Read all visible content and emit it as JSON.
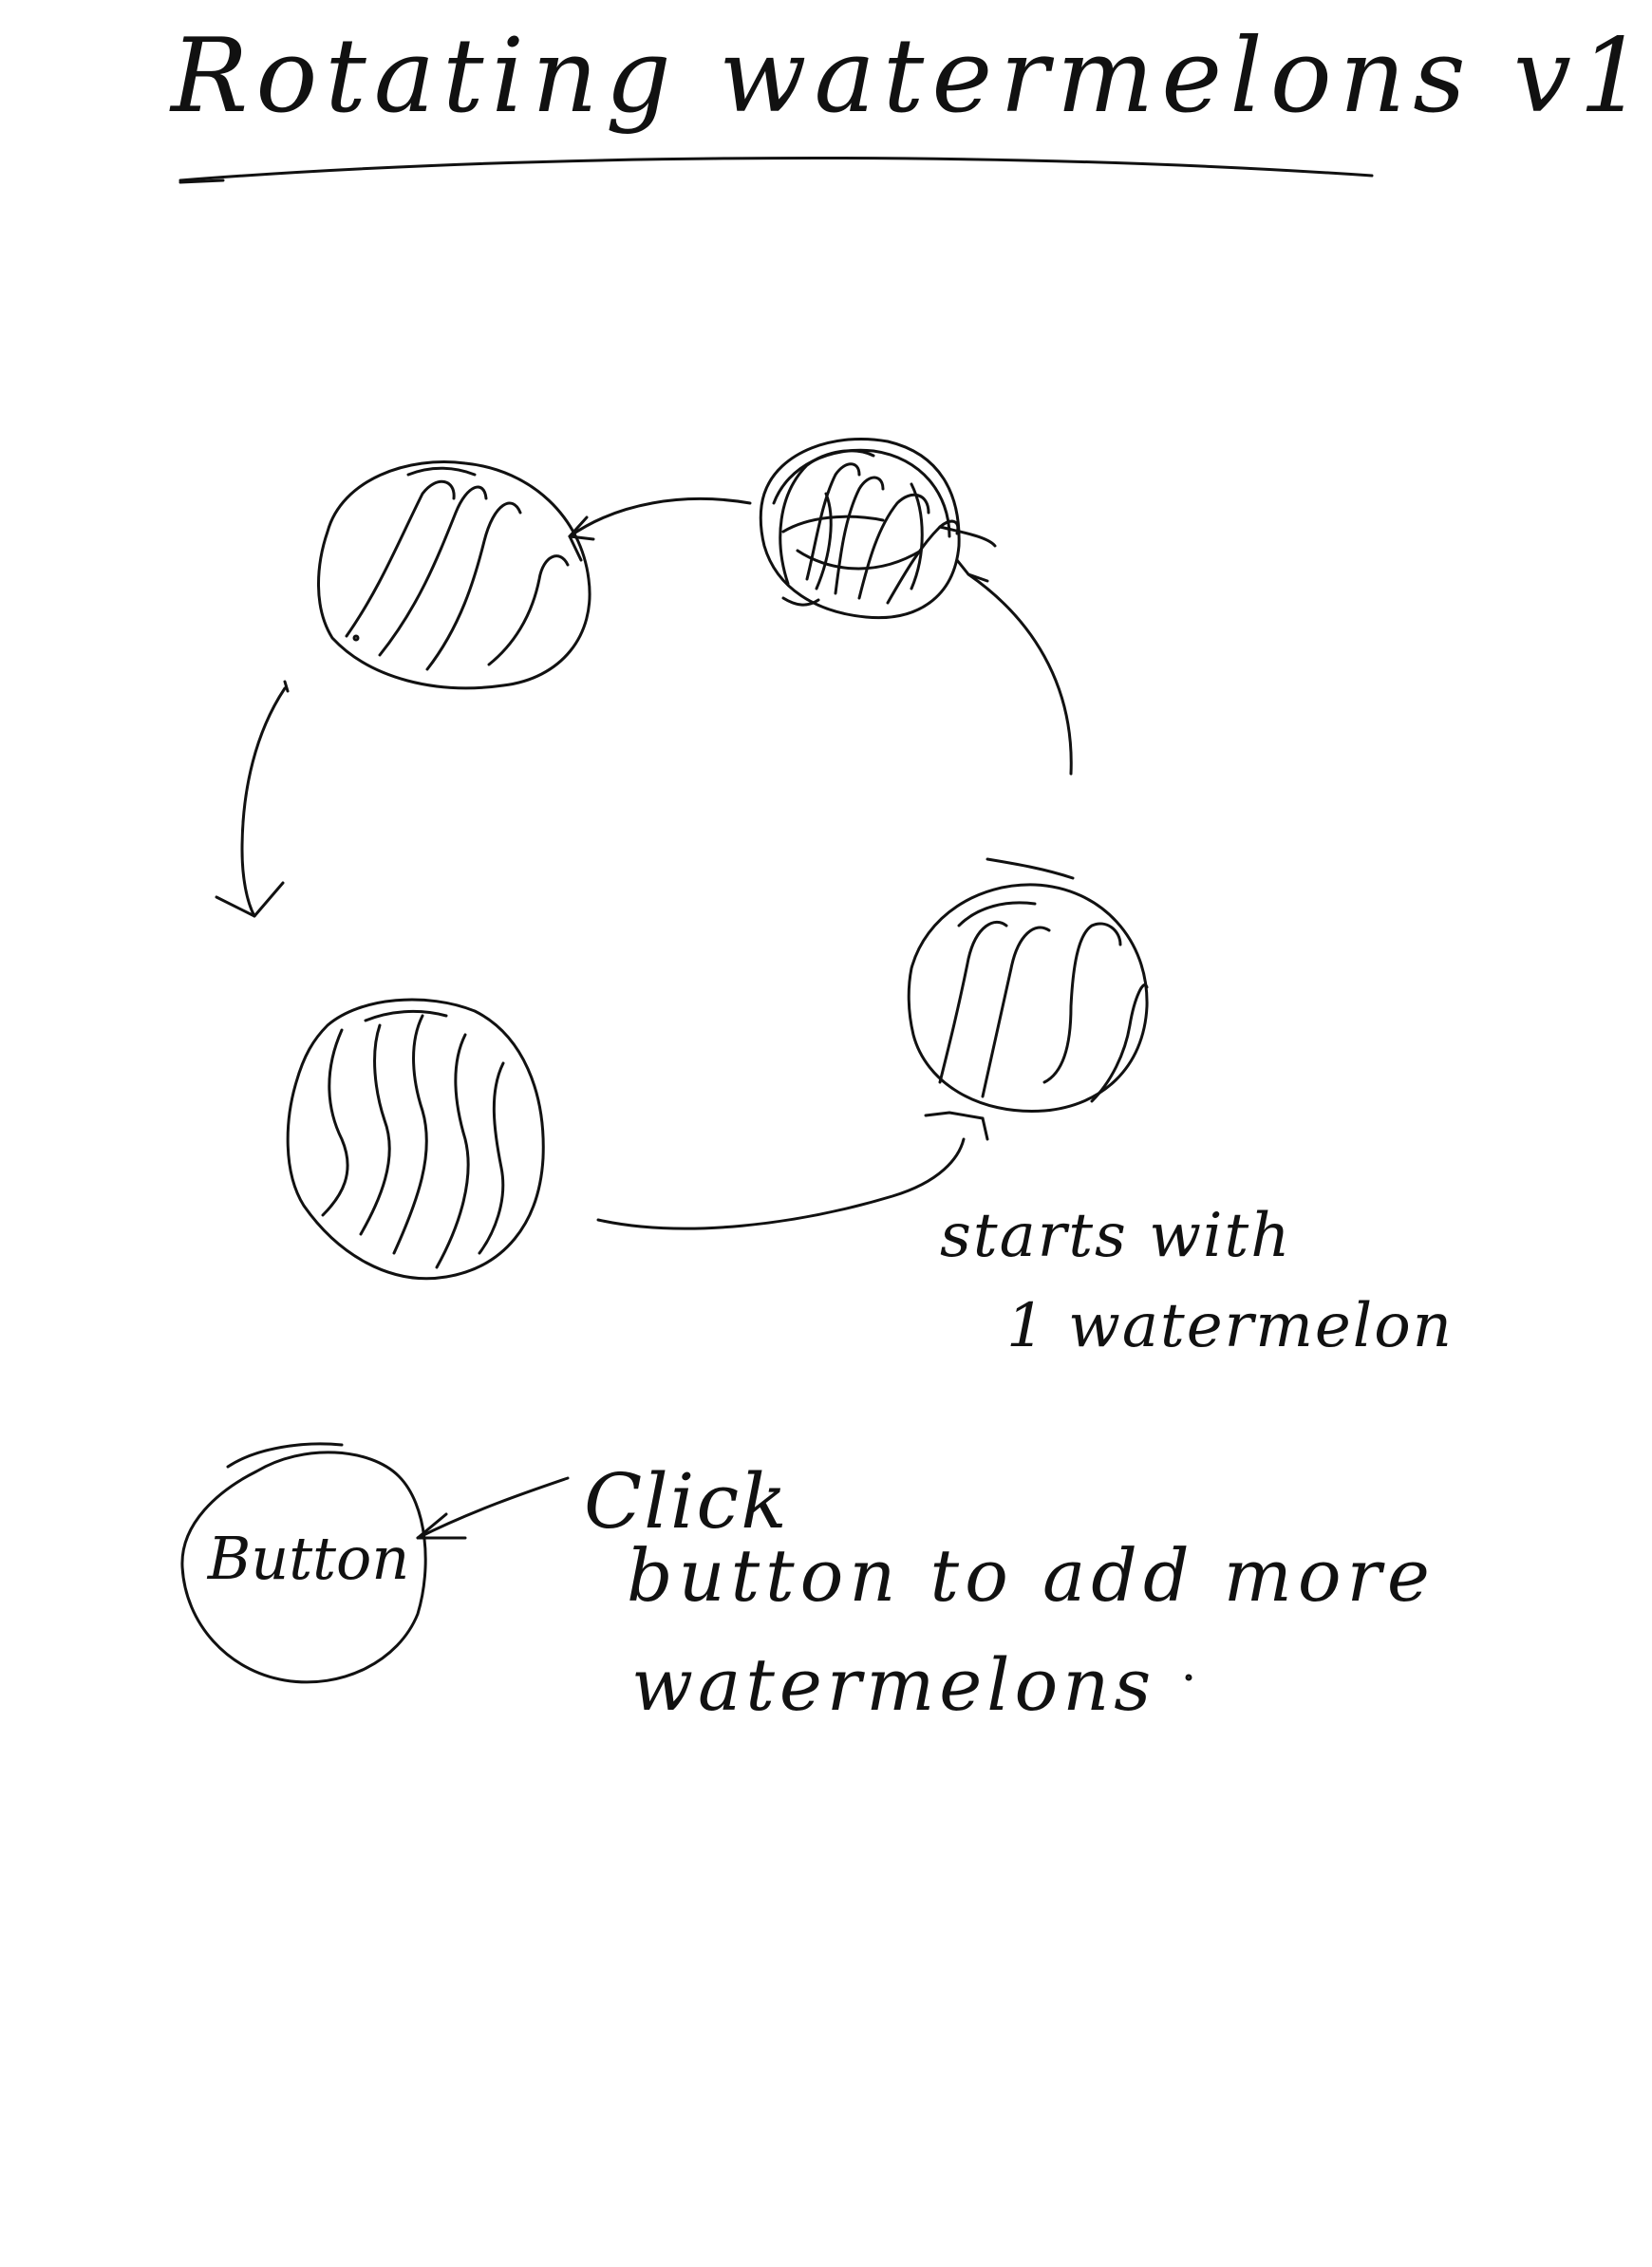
{
  "title": "Rotating watermelons v1",
  "note": {
    "line1": "starts with",
    "line2": "1 watermelon"
  },
  "button": {
    "label": "Button"
  },
  "instruction": {
    "line1": "Click",
    "line2": "button to add more",
    "line3": "watermelons"
  },
  "colors": {
    "ink": "#111111",
    "paper": "#ffffff"
  }
}
